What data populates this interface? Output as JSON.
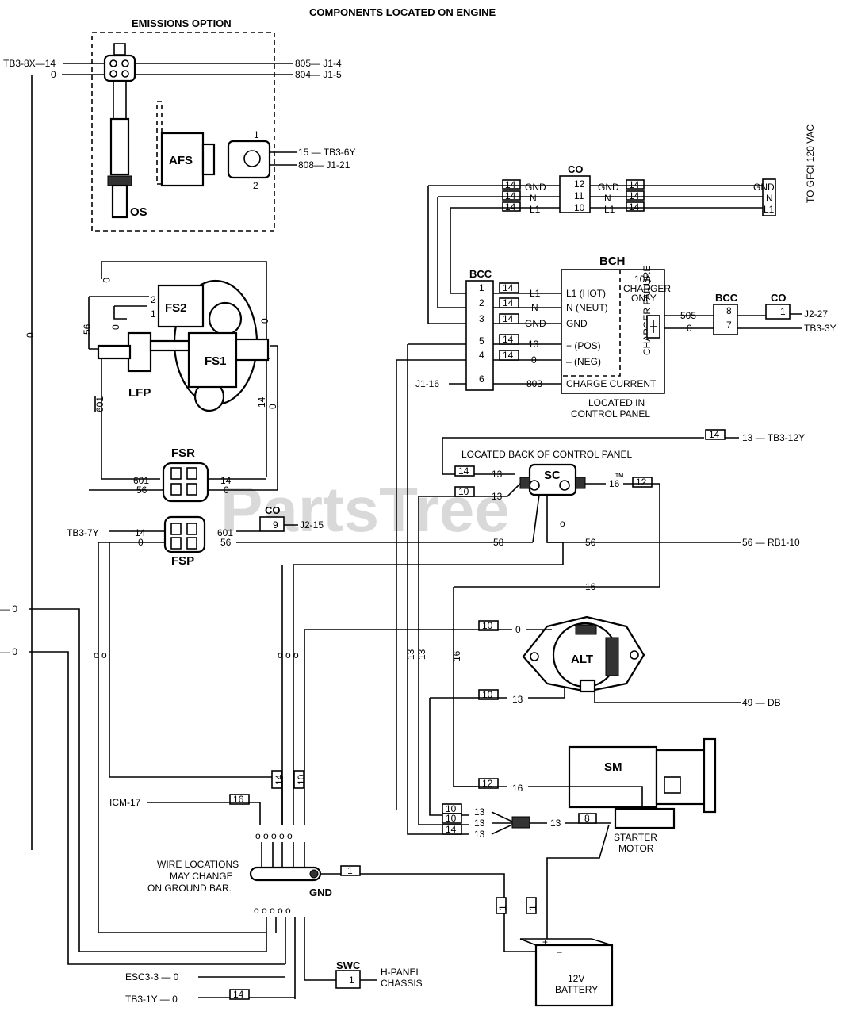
{
  "title": "COMPONENTS LOCATED ON ENGINE",
  "watermark": "PartsTree",
  "watermark_tm": "™",
  "emissions": {
    "header": "EMISSIONS OPTION",
    "os_left_top": "TB3-8X—14",
    "os_left_bottom": "0",
    "os_right_top": "805— J1-4",
    "os_right_bottom": "804— J1-5",
    "afs": "AFS",
    "afs_pin1": "1",
    "afs_pin2": "2",
    "afs_w1": "15 — TB3-6Y",
    "afs_w2": "808— J1-21",
    "os": "OS"
  },
  "co_top": {
    "label": "CO",
    "pins": [
      "12",
      "11",
      "10"
    ],
    "left_sig": [
      "GND",
      "N",
      "L1"
    ],
    "right_sig": [
      "GND",
      "N",
      "L1"
    ],
    "gauge": [
      "14",
      "14",
      "14"
    ],
    "to_labels": [
      "GND",
      "N",
      "L1"
    ],
    "to_text": "TO GFCI 120 VAC"
  },
  "bcc": {
    "label": "BCC",
    "pins": [
      "1",
      "2",
      "3",
      "5",
      "4",
      "6"
    ],
    "gauge": [
      "14",
      "14",
      "14",
      "14",
      "14"
    ],
    "signals": [
      "L1",
      "N",
      "GND",
      "13",
      "0",
      "803"
    ],
    "j1": "J1-16"
  },
  "bch": {
    "label": "BCH",
    "rows": [
      "L1 (HOT)",
      "N (NEUT)",
      "GND",
      "+ (POS)",
      "– (NEG)",
      "CHARGE CURRENT"
    ],
    "only": [
      "10A",
      "CHARGER",
      "ONLY"
    ],
    "fail": "CHARGER FAILURE",
    "out1": "505",
    "out2": "0",
    "located_1": "LOCATED IN",
    "located_2": "CONTROL PANEL"
  },
  "bcc2": {
    "label": "BCC",
    "pins": [
      "8",
      "7"
    ]
  },
  "co_right": {
    "label": "CO",
    "pin": "1",
    "w1": "J2-27",
    "w2": "TB3-3Y"
  },
  "fuel": {
    "fs2": "FS2",
    "fs1": "FS1",
    "lfp": "LFP",
    "fs2_p2": "2",
    "fs2_p1": "1",
    "w_0a": "0",
    "w_0b": "0",
    "w_56": "56",
    "w_601": "601",
    "w_0c": "0",
    "w_14": "14",
    "w_0d": "0"
  },
  "fsr": {
    "label": "FSR",
    "l1": "601",
    "l2": "56",
    "r1": "14",
    "r2": "0"
  },
  "fsp": {
    "label": "FSP",
    "l1": "14",
    "l2": "0",
    "r1": "601",
    "r2": "56",
    "tb": "TB3-7Y"
  },
  "co_mid": {
    "label": "CO",
    "pin": "9",
    "w": "J2-15"
  },
  "sc": {
    "label": "SC",
    "note": "LOCATED BACK OF CONTROL PANEL",
    "gauges": [
      "14",
      "14",
      "10",
      "12"
    ],
    "w13a": "13",
    "w13b": "13",
    "w16": "16",
    "tb12": "13 — TB3-12Y",
    "w58": "58",
    "w56": "56",
    "rb": "56 — RB1-10"
  },
  "alt": {
    "label": "ALT",
    "w0": "0",
    "g10a": "10",
    "g10b": "10",
    "w13": "13",
    "db": "49 — DB"
  },
  "wires_mid": {
    "w16": "16",
    "v13a": "13",
    "v13b": "13",
    "v16": "16"
  },
  "left_wires": {
    "a": "— 0",
    "b": "— 0",
    "side0": "0"
  },
  "sm": {
    "label": "SM",
    "g12": "12",
    "w16": "16",
    "g10a": "10",
    "g10b": "10",
    "g14": "14",
    "w13": [
      "13",
      "13",
      "13"
    ],
    "w13r": "13",
    "g8": "8",
    "label2a": "STARTER",
    "label2b": "MOTOR"
  },
  "ground": {
    "note1": "WIRE LOCATIONS",
    "note2": "MAY CHANGE",
    "note3": "ON GROUND BAR.",
    "gnd": "GND",
    "icm": "ICM-17",
    "g16": "16",
    "g14": "14",
    "g10": "10",
    "g1": "1",
    "esc": "ESC3-3 —  0",
    "tb1": "TB3-1Y —  0",
    "g14b": "14"
  },
  "swc": {
    "label": "SWC",
    "pin": "1",
    "h1": "H-PANEL",
    "h2": "CHASSIS"
  },
  "battery": {
    "label1": "12V",
    "label2": "BATTERY",
    "plus": "+",
    "minus": "–",
    "g1": "1",
    "g1b": "1"
  }
}
